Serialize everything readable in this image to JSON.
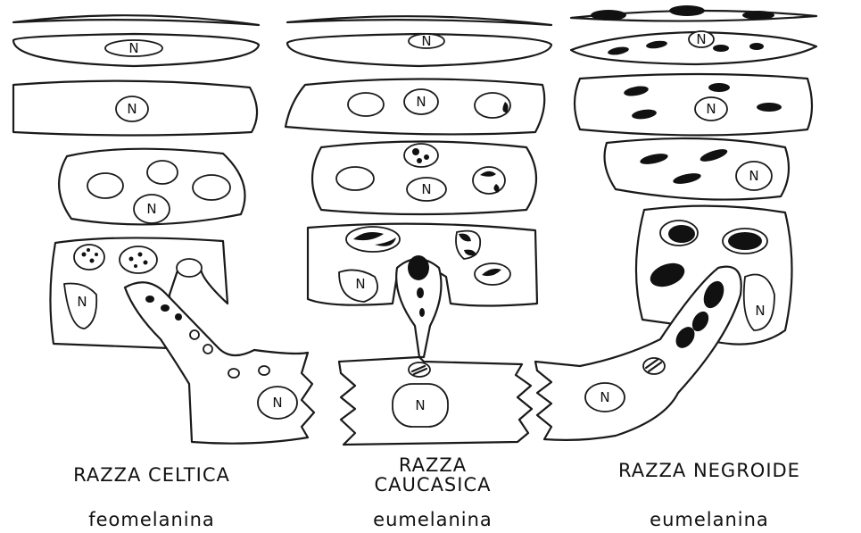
{
  "nucleus_label": "N",
  "columns": [
    {
      "race": "RAZZA CELTICA",
      "pigment": "feomelanina"
    },
    {
      "race_line1": "RAZZA",
      "race_line2": "CAUCASICA",
      "pigment": "eumelanina"
    },
    {
      "race": "RAZZA NEGROIDE",
      "pigment": "eumelanina"
    }
  ]
}
